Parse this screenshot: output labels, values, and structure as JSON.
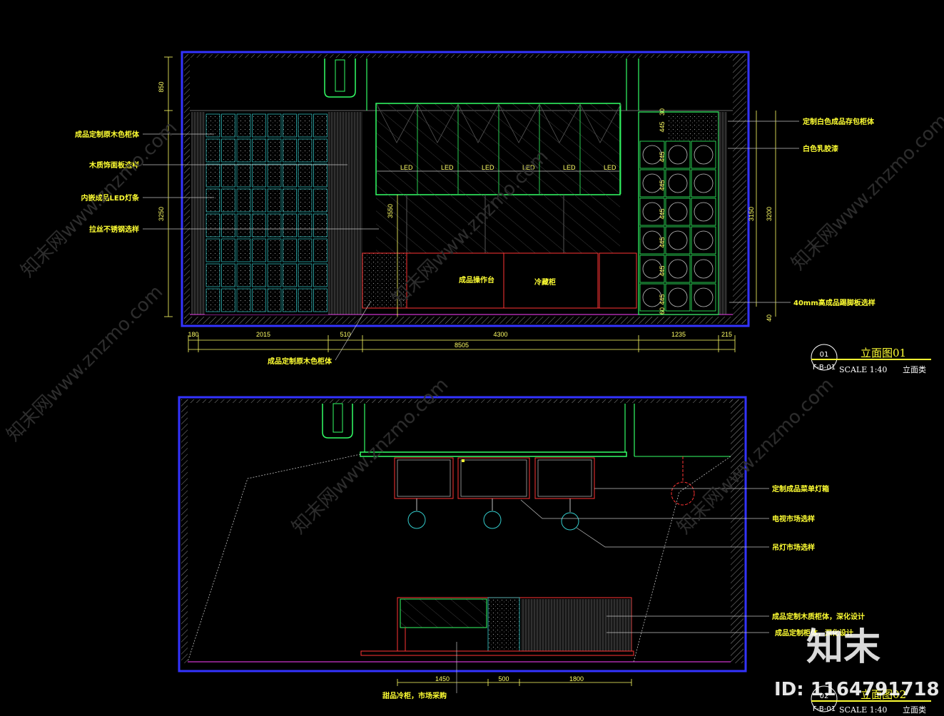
{
  "elevation1": {
    "dims_top": [
      "180",
      "2015",
      "510",
      "4300",
      "1235",
      "215"
    ],
    "dim_total": "8505",
    "dims_left": [
      "850",
      "3250"
    ],
    "dim_mid": "3550",
    "dims_right": [
      "3150",
      "3200",
      "40"
    ],
    "dims_right_stack": [
      "30",
      "445",
      "445",
      "445",
      "445",
      "445",
      "445",
      "445",
      "60"
    ],
    "labels_left": [
      "成品定制原木色柜体",
      "木质饰面板选样",
      "内嵌成品LED灯条",
      "拉丝不锈钢选样"
    ],
    "labels_right": [
      "定制白色成品存包柜体",
      "白色乳胶漆",
      "40mm高成品踢脚板选样"
    ],
    "label_bottom": "成品定制原木色柜体",
    "counter_label": "成品操作台",
    "fridge_label": "冷藏柜",
    "led_tag": "LED",
    "title": "立面图01",
    "number": "01",
    "ref": "F-B-01",
    "scale": "SCALE 1:40",
    "category": "立面类"
  },
  "elevation2": {
    "labels_right": [
      "定制成品菜单灯箱",
      "电视市场选样",
      "吊灯市场选样",
      "成品定制木质柜体，深化设计",
      "成品定制柜体，深化设计"
    ],
    "dims_bottom": [
      "1450",
      "500",
      "1800"
    ],
    "label_bottom": "甜品冷柜，市场采购",
    "title": "立面图02",
    "number": "02",
    "ref": "F-B-01",
    "scale": "SCALE 1:40",
    "category": "立面类"
  },
  "watermark": {
    "text": "知末网www.znzmo.com",
    "logo": "知末",
    "id": "ID: 1164791718"
  },
  "colors": {
    "wall": "#3333ff",
    "dim": "#ffff66",
    "label": "#ffff33",
    "green": "#33ff66",
    "cyan": "#33cccc",
    "red": "#ff3333",
    "gray": "#c0c0c0"
  }
}
